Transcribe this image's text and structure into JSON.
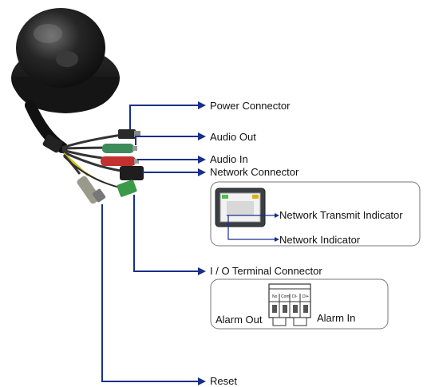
{
  "callouts": {
    "power_connector": "Power Connector",
    "audio_out": "Audio Out",
    "audio_in": "Audio In",
    "network_connector": "Network Connector",
    "io_terminal_connector": "I / O Terminal Connector",
    "reset": "Reset"
  },
  "network_box": {
    "transmit_indicator": "Network Transmit Indicator",
    "network_indicator": "Network Indicator"
  },
  "io_box": {
    "pins": [
      "No",
      "Com",
      "DI-",
      "DI+"
    ],
    "alarm_out": "Alarm Out",
    "alarm_in": "Alarm In"
  },
  "colors": {
    "leader_line": "#1a2f8a",
    "camera_body": "#1c1c1c",
    "audio_out_jack": "#3d8a5a",
    "audio_in_jack": "#c23030",
    "terminal_block": "#3a9a4a"
  }
}
